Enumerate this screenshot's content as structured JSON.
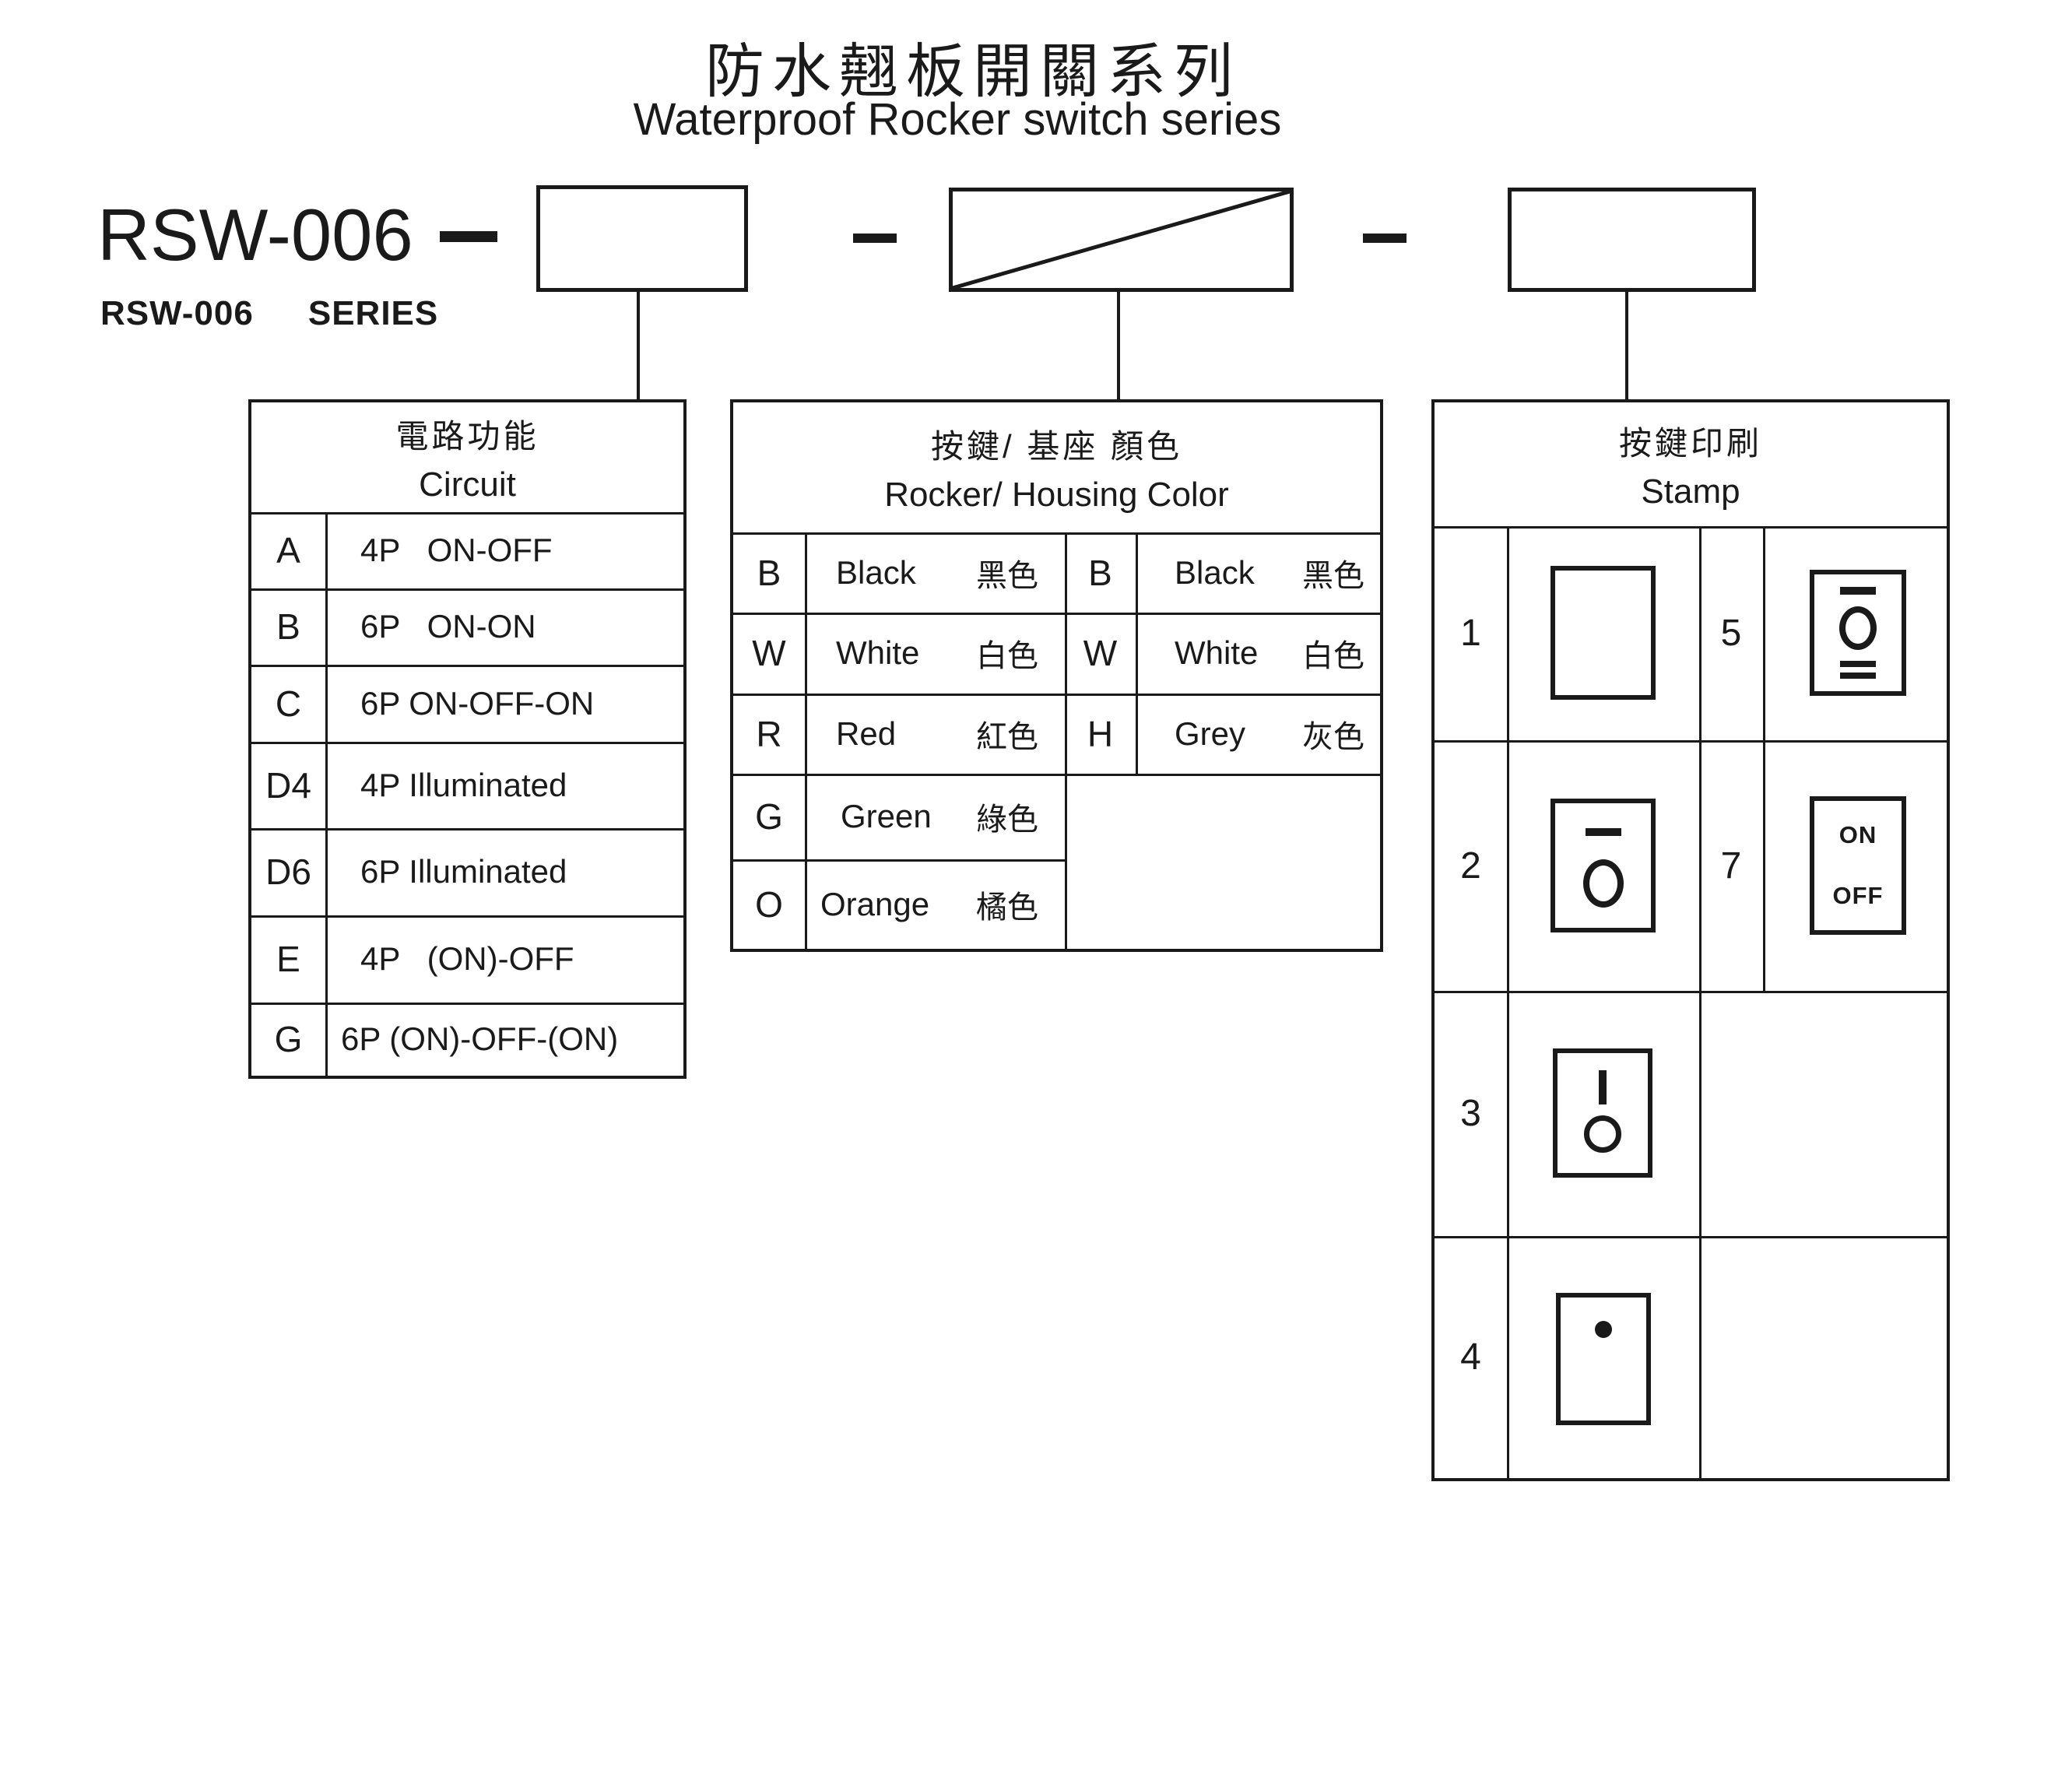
{
  "page": {
    "background": "#ffffff",
    "ink": "#1a1a1a"
  },
  "title": {
    "zh": "防水翹板開關系列",
    "en": "Waterproof Rocker switch series"
  },
  "model": {
    "code": "RSW-006",
    "series_code": "RSW-006",
    "series_word": "SERIES"
  },
  "circuit_table": {
    "header_zh": "電路功能",
    "header_en": "Circuit",
    "rows": [
      {
        "code": "A",
        "desc": "4P   ON-OFF"
      },
      {
        "code": "B",
        "desc": "6P   ON-ON"
      },
      {
        "code": "C",
        "desc": "6P ON-OFF-ON"
      },
      {
        "code": "D4",
        "desc": "4P Illuminated"
      },
      {
        "code": "D6",
        "desc": "6P Illuminated"
      },
      {
        "code": "E",
        "desc": "4P   (ON)-OFF"
      },
      {
        "code": "G",
        "desc": "6P (ON)-OFF-(ON)"
      }
    ]
  },
  "color_table": {
    "header_zh": "按鍵/ 基座 顏色",
    "header_en": "Rocker/ Housing Color",
    "rocker_colors": [
      {
        "code": "B",
        "en": "Black",
        "zh": "黑色"
      },
      {
        "code": "W",
        "en": "White",
        "zh": "白色"
      },
      {
        "code": "R",
        "en": "Red",
        "zh": "紅色"
      },
      {
        "code": "G",
        "en": "Green",
        "zh": "綠色"
      },
      {
        "code": "O",
        "en": "Orange",
        "zh": "橘色"
      }
    ],
    "housing_colors": [
      {
        "code": "B",
        "en": "Black",
        "zh": "黑色"
      },
      {
        "code": "W",
        "en": "White",
        "zh": "白色"
      },
      {
        "code": "H",
        "en": "Grey",
        "zh": "灰色"
      }
    ]
  },
  "stamp_table": {
    "header_zh": "按鍵印刷",
    "header_en": "Stamp",
    "left_rows": [
      {
        "num": "1",
        "stamp": "blank"
      },
      {
        "num": "2",
        "stamp": "bar-circle"
      },
      {
        "num": "3",
        "stamp": "ibar-circle"
      },
      {
        "num": "4",
        "stamp": "dot"
      }
    ],
    "right_rows": [
      {
        "num": "5",
        "stamp": "bar-circle-doublebar"
      },
      {
        "num": "7",
        "stamp": "text-on-off",
        "on": "ON",
        "off": "OFF"
      }
    ]
  }
}
